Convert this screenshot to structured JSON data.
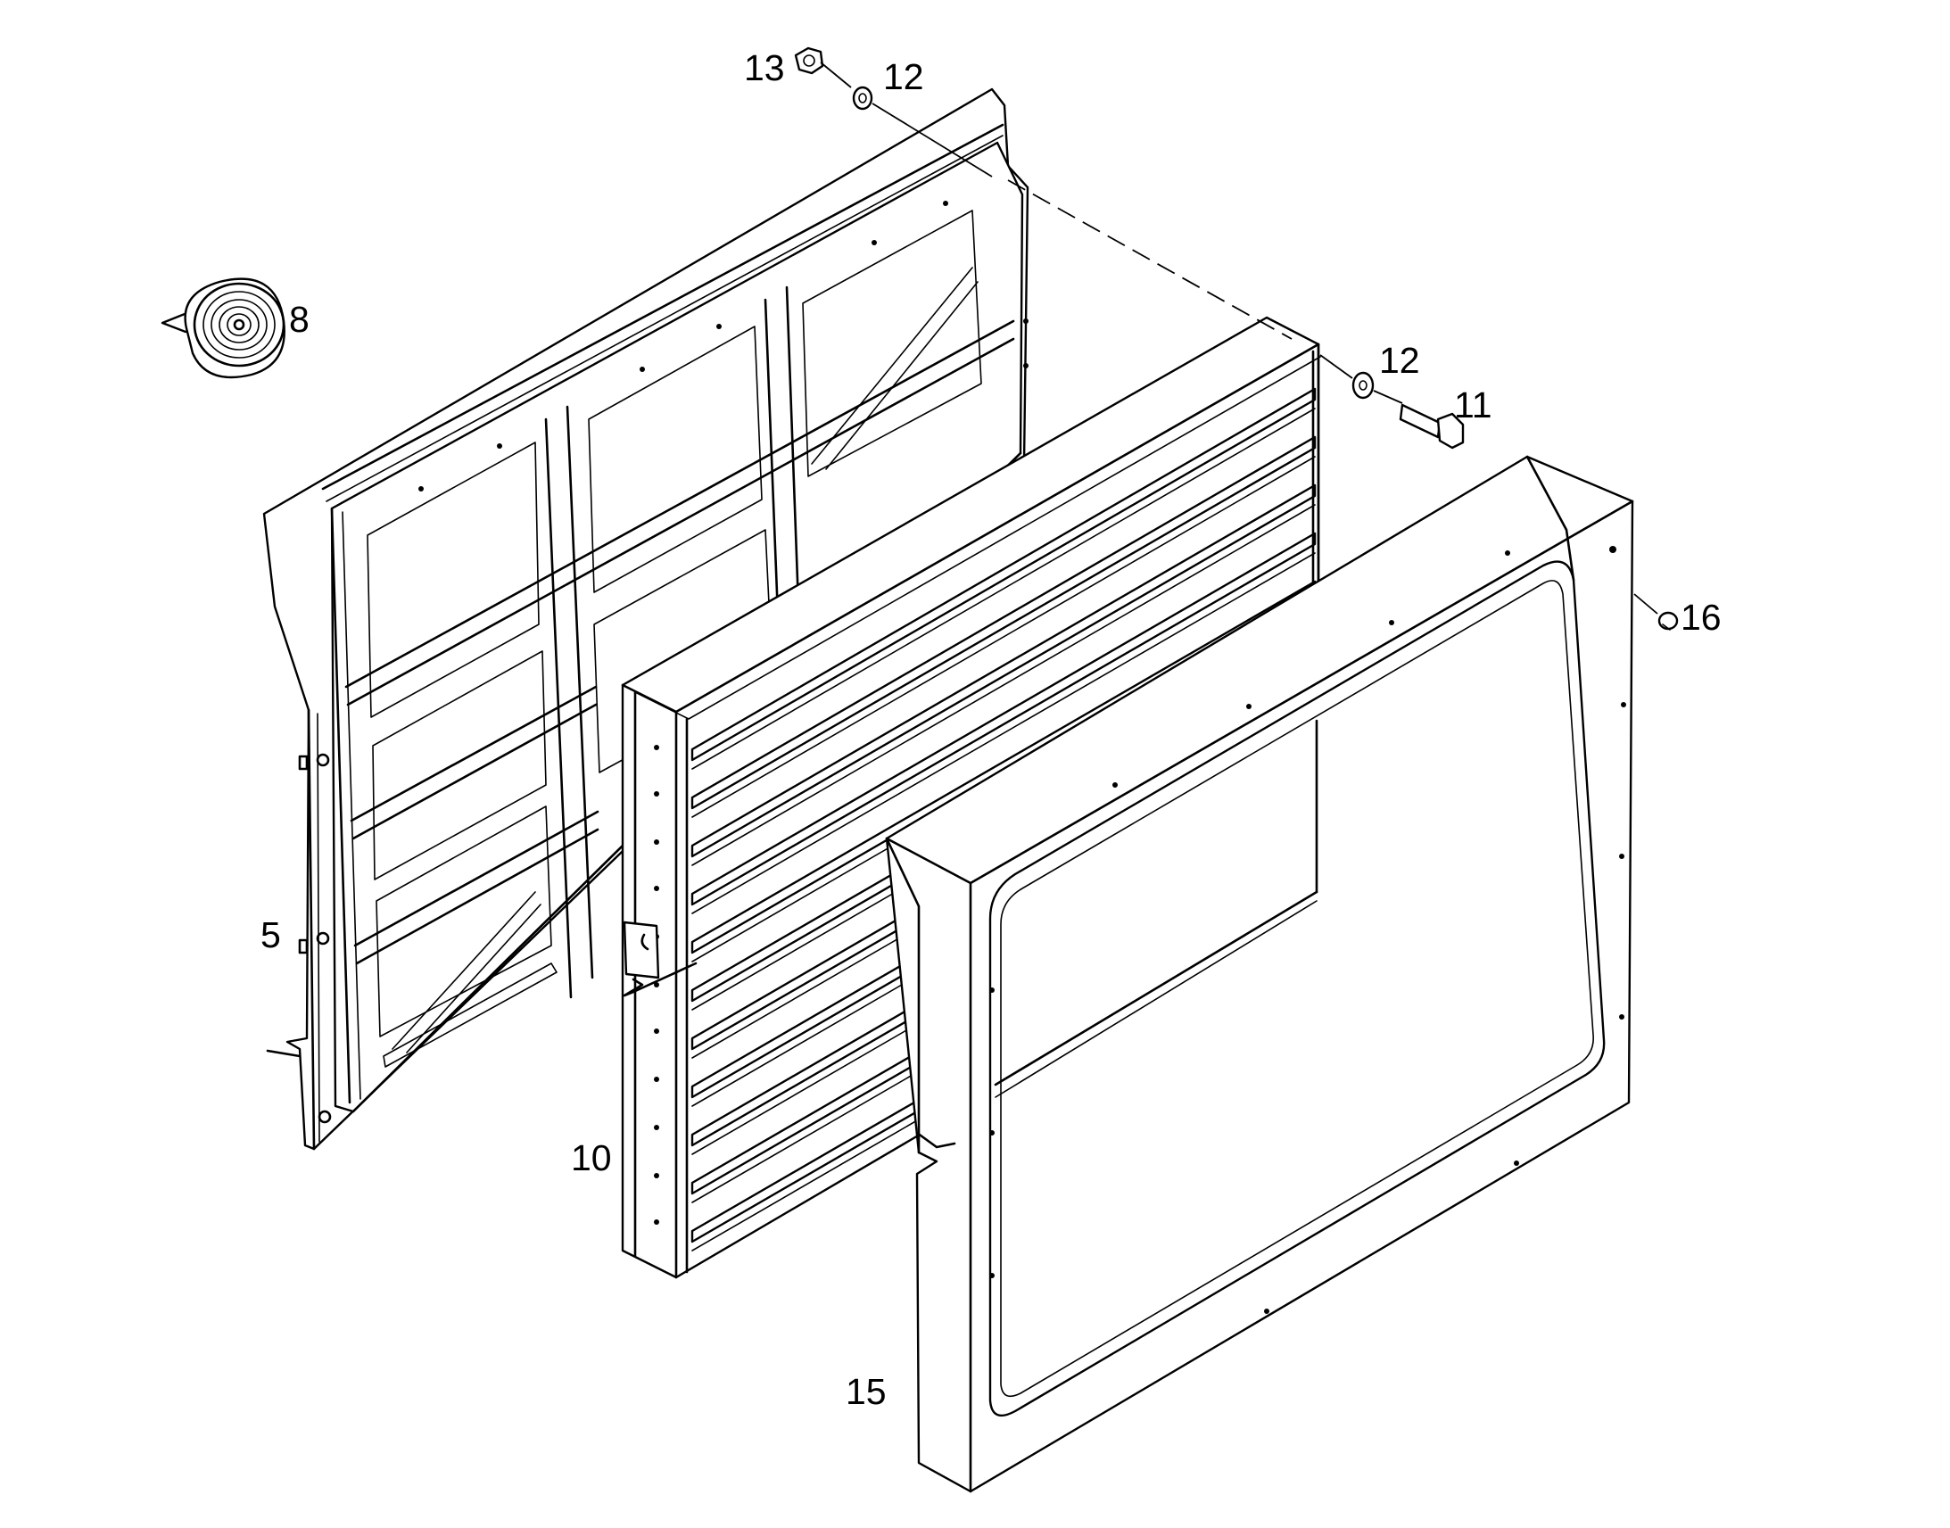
{
  "diagram": {
    "type": "exploded parts view",
    "callouts": [
      {
        "id": "part-5",
        "label": "5"
      },
      {
        "id": "part-8",
        "label": "8"
      },
      {
        "id": "part-10",
        "label": "10"
      },
      {
        "id": "part-11",
        "label": "11"
      },
      {
        "id": "part-12-top",
        "label": "12"
      },
      {
        "id": "part-12-right",
        "label": "12"
      },
      {
        "id": "part-13",
        "label": "13"
      },
      {
        "id": "part-15",
        "label": "15"
      },
      {
        "id": "part-16",
        "label": "16"
      }
    ],
    "parts": [
      {
        "label": "5",
        "icon": "door-panel-frame-icon"
      },
      {
        "label": "8",
        "icon": "tape-roll-icon"
      },
      {
        "label": "10",
        "icon": "louver-damper-icon"
      },
      {
        "label": "11",
        "icon": "hex-bolt-icon"
      },
      {
        "label": "12",
        "icon": "washer-icon"
      },
      {
        "label": "13",
        "icon": "hex-nut-icon"
      },
      {
        "label": "15",
        "icon": "outer-frame-icon"
      },
      {
        "label": "16",
        "icon": "rivet-icon"
      }
    ]
  }
}
